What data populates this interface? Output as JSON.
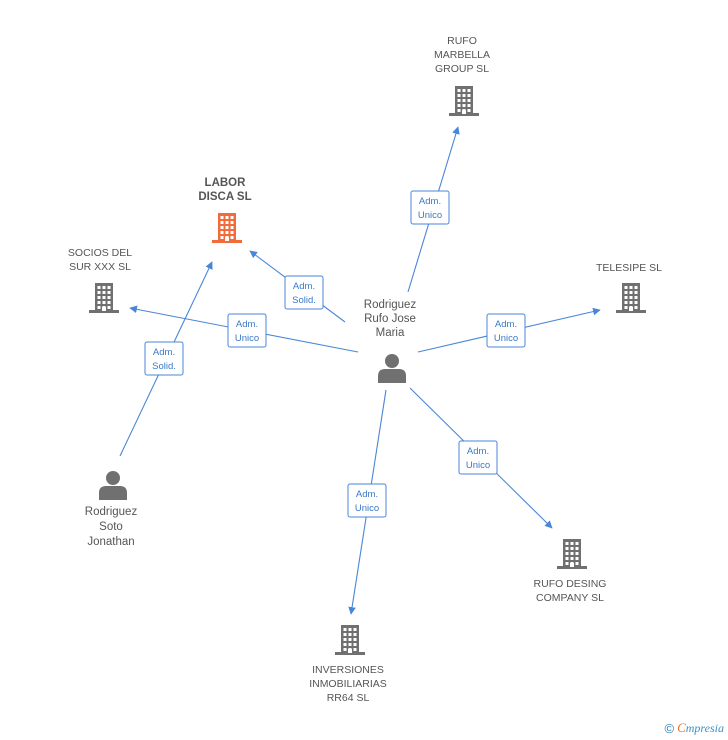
{
  "colors": {
    "edge": "#4a86d8",
    "node": "#707070",
    "focus": "#f26b3a"
  },
  "nodes": {
    "labor_disca": {
      "lines": [
        "LABOR",
        "DISCA SL"
      ],
      "type": "company",
      "focus": true
    },
    "rufo_marbella": {
      "lines": [
        "RUFO",
        "MARBELLA",
        "GROUP SL"
      ],
      "type": "company"
    },
    "socios_del_sur": {
      "lines": [
        "SOCIOS DEL",
        "SUR XXX SL"
      ],
      "type": "company"
    },
    "telesipe": {
      "lines": [
        "TELESIPE SL"
      ],
      "type": "company"
    },
    "rufo_desing": {
      "lines": [
        "RUFO DESING",
        "COMPANY SL"
      ],
      "type": "company"
    },
    "inversiones": {
      "lines": [
        "INVERSIONES",
        "INMOBILIARIAS",
        "RR64 SL"
      ],
      "type": "company"
    },
    "rufo_jose": {
      "lines": [
        "Rodriguez",
        "Rufo Jose",
        "Maria"
      ],
      "type": "person"
    },
    "soto_jonathan": {
      "lines": [
        "Rodriguez",
        "Soto",
        "Jonathan"
      ],
      "type": "person"
    }
  },
  "edges": [
    {
      "from": "rufo_jose",
      "to": "rufo_marbella",
      "label": [
        "Adm.",
        "Unico"
      ]
    },
    {
      "from": "rufo_jose",
      "to": "labor_disca",
      "label": [
        "Adm.",
        "Solid."
      ]
    },
    {
      "from": "rufo_jose",
      "to": "socios_del_sur",
      "label": [
        "Adm.",
        "Unico"
      ]
    },
    {
      "from": "rufo_jose",
      "to": "telesipe",
      "label": [
        "Adm.",
        "Unico"
      ]
    },
    {
      "from": "rufo_jose",
      "to": "rufo_desing",
      "label": [
        "Adm.",
        "Unico"
      ]
    },
    {
      "from": "rufo_jose",
      "to": "inversiones",
      "label": [
        "Adm.",
        "Unico"
      ]
    },
    {
      "from": "soto_jonathan",
      "to": "labor_disca",
      "label": [
        "Adm.",
        "Solid."
      ]
    }
  ],
  "footer": {
    "copyright": "©",
    "brand_initial": "C",
    "brand_rest": "mpresia"
  }
}
